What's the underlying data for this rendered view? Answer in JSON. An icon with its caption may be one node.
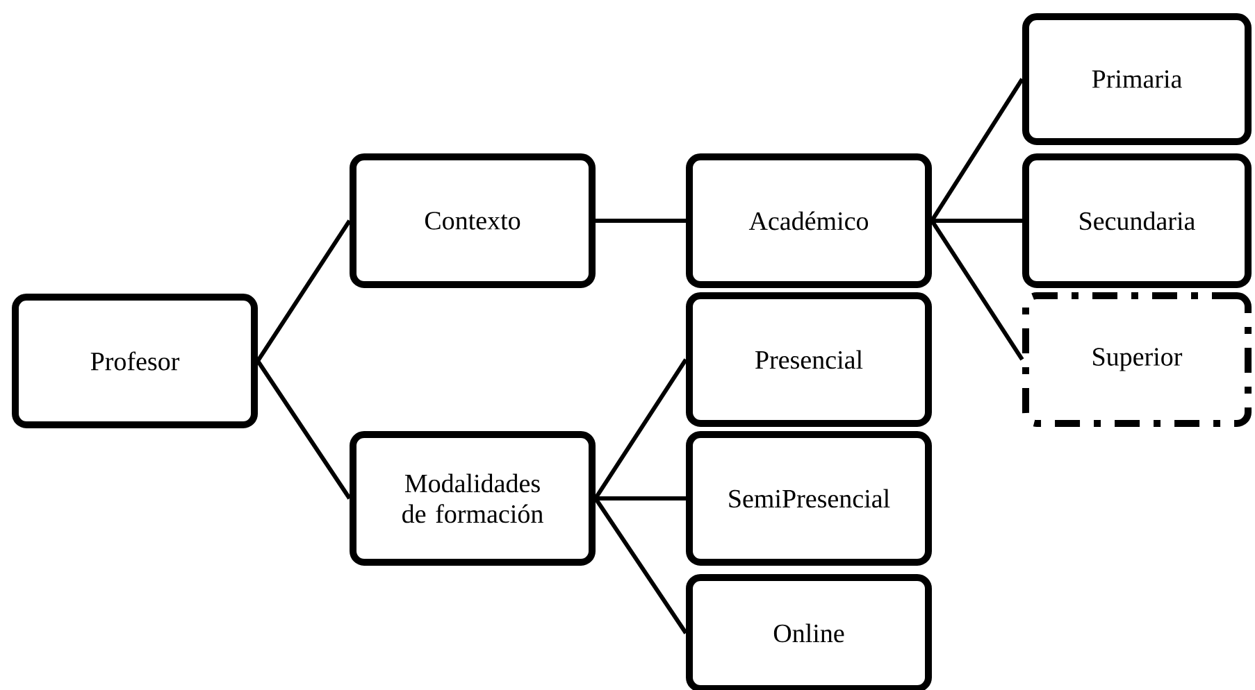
{
  "diagram": {
    "nodes": [
      {
        "text": [
          "Profesor"
        ]
      },
      {
        "text": [
          "Contexto"
        ]
      },
      {
        "text": [
          "Modalidades de formación"
        ]
      },
      {
        "text": [
          "Académico"
        ]
      },
      {
        "text": [
          "Presencial"
        ]
      },
      {
        "text": [
          "SemiPresencial"
        ]
      },
      {
        "text": [
          "Online"
        ]
      },
      {
        "text": [
          "Primaria"
        ]
      },
      {
        "text": [
          "Secundaria"
        ]
      },
      {
        "text": [
          "Superior"
        ]
      }
    ],
    "edges": [
      {
        "from": 0,
        "to": 1,
        "arrow": "none"
      },
      {
        "from": 0,
        "to": 2,
        "arrow": "none"
      },
      {
        "from": 1,
        "to": 3,
        "arrow": "none"
      },
      {
        "from": 3,
        "to": 7,
        "arrow": "none"
      },
      {
        "from": 3,
        "to": 8,
        "arrow": "none"
      },
      {
        "from": 3,
        "to": 9,
        "arrow": "none"
      },
      {
        "from": 2,
        "to": 4,
        "arrow": "none"
      },
      {
        "from": 2,
        "to": 5,
        "arrow": "none"
      },
      {
        "from": 2,
        "to": 6,
        "arrow": "none"
      }
    ]
  }
}
